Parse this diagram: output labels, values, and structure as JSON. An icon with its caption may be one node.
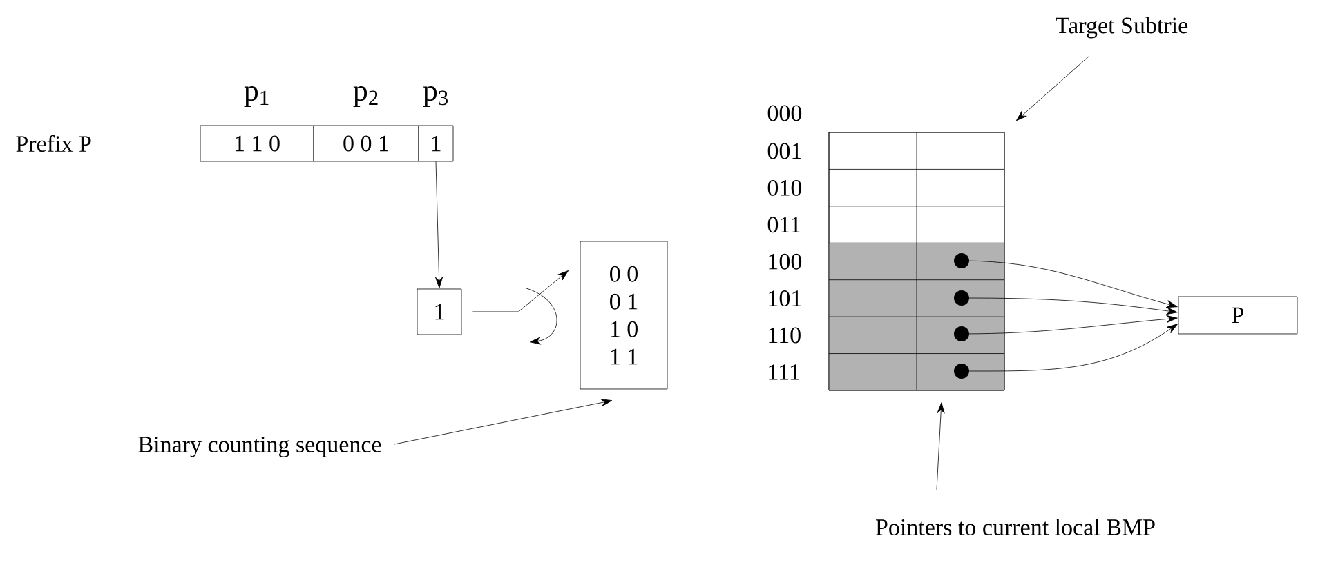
{
  "diagram": {
    "nodes": [
      {
        "text": [
          "1 1 0"
        ],
        "beside": [
          "p$_{1}$"
        ]
      },
      {
        "text": [
          "0 0 1"
        ],
        "beside": [
          "p$_{2}$"
        ]
      },
      {
        "text": [
          "1"
        ],
        "beside": [
          "p$_{3}$"
        ]
      },
      {
        "text": [
          "1"
        ]
      },
      {
        "text": [
          "0 0",
          "0 1",
          "1 0",
          "1 1"
        ]
      },
      {
        "text": [
          "Binary counting sequence"
        ]
      },
      {
        "text": [
          "Target Subtrie"
        ]
      },
      {
        "text": [],
        "shape": "box"
      },
      {
        "text": [],
        "shape": "circle",
        "in": 7
      },
      {
        "text": [],
        "shape": "circle",
        "in": 7
      },
      {
        "text": [],
        "shape": "circle",
        "in": 7
      },
      {
        "text": [],
        "shape": "circle",
        "in": 7
      },
      {
        "text": [
          "P"
        ]
      },
      {
        "text": [
          "Pointers to current local BMP"
        ]
      }
    ],
    "edges": [
      {
        "from": 2,
        "to": 3,
        "arrow": "to"
      },
      {
        "from": 3,
        "to": 4,
        "arrow": "to"
      },
      {
        "from": 5,
        "to": 4,
        "arrow": "to"
      },
      {
        "from": 6,
        "to": 7,
        "arrow": "to"
      },
      {
        "from": 8,
        "to": 12,
        "arrow": "to"
      },
      {
        "from": 9,
        "to": 12,
        "arrow": "to"
      },
      {
        "from": 10,
        "to": 12,
        "arrow": "to"
      },
      {
        "from": 11,
        "to": 12,
        "arrow": "to"
      },
      {
        "from": 13,
        "to": 7,
        "arrow": "to"
      }
    ],
    "labels": [
      "Prefix  P",
      "000",
      "001",
      "010",
      "011",
      "100",
      "101",
      "110",
      "111"
    ]
  }
}
